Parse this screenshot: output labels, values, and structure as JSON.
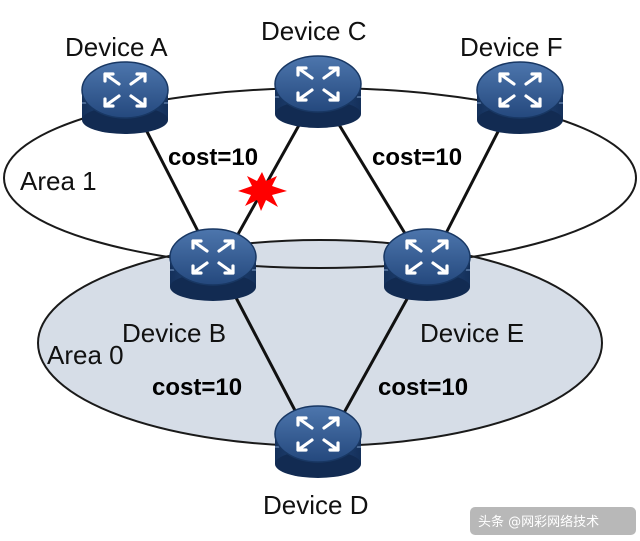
{
  "areas": [
    {
      "id": "area1",
      "label": "Area 1"
    },
    {
      "id": "area0",
      "label": "Area 0"
    }
  ],
  "devices": [
    {
      "id": "A",
      "label": "Device A"
    },
    {
      "id": "B",
      "label": "Device B"
    },
    {
      "id": "C",
      "label": "Device C"
    },
    {
      "id": "D",
      "label": "Device D"
    },
    {
      "id": "E",
      "label": "Device E"
    },
    {
      "id": "F",
      "label": "Device F"
    }
  ],
  "links": [
    {
      "from": "A",
      "to": "B"
    },
    {
      "from": "C",
      "to": "B",
      "failed": true
    },
    {
      "from": "C",
      "to": "E"
    },
    {
      "from": "F",
      "to": "E"
    },
    {
      "from": "B",
      "to": "D"
    },
    {
      "from": "E",
      "to": "D"
    }
  ],
  "cost_labels": [
    "cost=10",
    "cost=10",
    "cost=10",
    "cost=10"
  ],
  "watermark": "头条 @网彩网络技术",
  "colors": {
    "router_top": "#2f5790",
    "router_side": "#1b3a66",
    "area0_fill": "#d6dde7",
    "failure": "#ff0000"
  }
}
